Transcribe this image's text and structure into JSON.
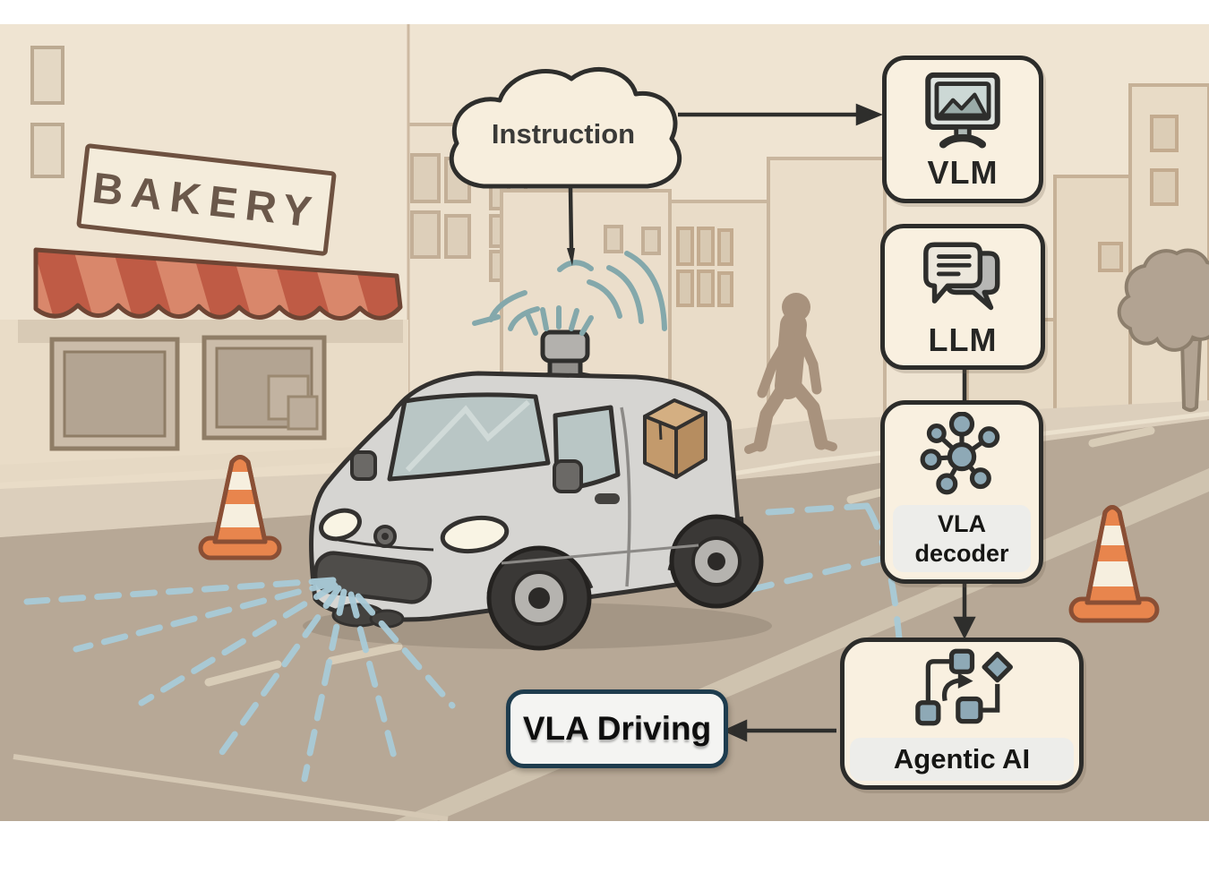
{
  "scene": {
    "instruction_cloud": {
      "label": "Instruction"
    },
    "bakery_sign": {
      "label": "BAKERY"
    },
    "objects": [
      "delivery-van",
      "roof-lidar-sensor",
      "package-icon",
      "pedestrian",
      "traffic-cone-left",
      "traffic-cone-right",
      "bakery-awning",
      "street-tree",
      "city-buildings",
      "sensor-beams",
      "signal-waves",
      "lane-path-dashes"
    ]
  },
  "flowchart": {
    "vlm": {
      "label": "VLM",
      "icon": "monitor-image-icon"
    },
    "llm": {
      "label": "LLM",
      "icon": "chat-bubbles-icon"
    },
    "vla_decoder": {
      "line1": "VLA",
      "line2": "decoder",
      "icon": "network-graph-icon"
    },
    "agentic_ai": {
      "label": "Agentic AI",
      "icon": "workflow-arrow-icon"
    },
    "vla_driving": {
      "label": "VLA Driving"
    },
    "connections": [
      {
        "from": "Instruction",
        "to": "VLM"
      },
      {
        "from": "Instruction",
        "to": "delivery-van"
      },
      {
        "from": "LLM",
        "to": "VLA decoder"
      },
      {
        "from": "VLA decoder",
        "to": "Agentic AI"
      },
      {
        "from": "Agentic AI",
        "to": "VLA Driving"
      }
    ]
  },
  "colors": {
    "background_cream": "#efe4d2",
    "box_fill": "#f9f0e0",
    "box_border": "#2c2c2a",
    "driving_border": "#1e3c4e",
    "driving_fill": "#f4f4f2",
    "label_pill": "#ececea",
    "accent_blue": "#a9cbd8",
    "signal_teal": "#84a8ab",
    "node_blue": "#8ea9b6",
    "cone_orange": "#e8854d",
    "awning_red_dark": "#bf5b45",
    "awning_red_light": "#d9876b",
    "sign_text_brown": "#6b584a",
    "road_taupe": "#b7a896",
    "sidewalk": "#dccfbc",
    "pedestrian_taupe": "#a8927d",
    "van_gray": "#d6d5d2",
    "text_dark": "#262624"
  }
}
